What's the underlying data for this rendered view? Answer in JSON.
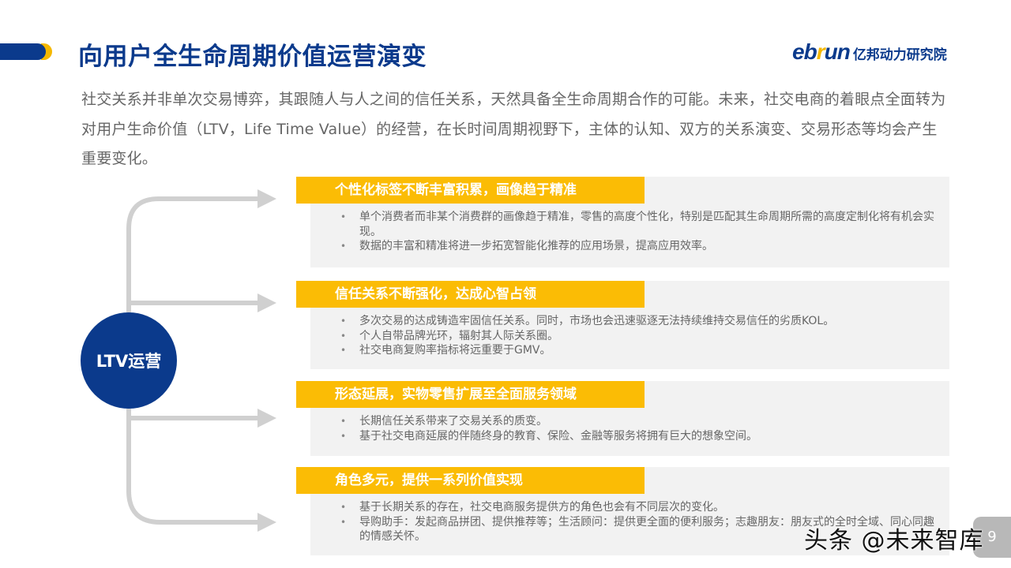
{
  "header": {
    "title": "向用户全生命周期价值运营演变",
    "logo_en_prefix": "eb",
    "logo_en_accent": "r",
    "logo_en_suffix": "un",
    "logo_cn": "亿邦动力研究院"
  },
  "intro": "社交关系并非单次交易博弈，其跟随人与人之间的信任关系，天然具备全生命周期合作的可能。未来，社交电商的着眼点全面转为对用户生命价值（LTV，Life Time Value）的经营，在长时间周期视野下，主体的认知、双方的关系演变、交易形态等均会产生重要变化。",
  "hub": {
    "label": "LTV运营"
  },
  "colors": {
    "brand_blue": "#0b3a8c",
    "accent_yellow": "#fbbc05",
    "card_bg": "#f2f2f2",
    "connector_gray": "#d0d0d0",
    "body_text": "#666666"
  },
  "cards": [
    {
      "title": "个性化标签不断丰富积累，画像趋于精准",
      "bullets": [
        "单个消费者而非某个消费群的画像趋于精准，零售的高度个性化，特别是匹配其生命周期所需的高度定制化将有机会实现。",
        "数据的丰富和精准将进一步拓宽智能化推荐的应用场景，提高应用效率。"
      ]
    },
    {
      "title": "信任关系不断强化，达成心智占领",
      "bullets": [
        "多次交易的达成铸造牢固信任关系。同时，市场也会迅速驱逐无法持续维持交易信任的劣质KOL。",
        "个人自带品牌光环，辐射其人际关系圈。",
        "社交电商复购率指标将远重要于GMV。"
      ]
    },
    {
      "title": "形态延展，实物零售扩展至全面服务领域",
      "bullets": [
        "长期信任关系带来了交易关系的质变。",
        "基于社交电商延展的伴随终身的教育、保险、金融等服务将拥有巨大的想象空间。"
      ]
    },
    {
      "title": "角色多元，提供一系列价值实现",
      "bullets": [
        "基于长期关系的存在，社交电商服务提供方的角色也会有不同层次的变化。",
        "导购助手：发起商品拼团、提供推荐等；生活顾问：提供更全面的便利服务；志趣朋友：朋友式的全时全域、同心同趣的情感关怀。"
      ]
    }
  ],
  "footer": {
    "watermark": "头条 @未来智库",
    "page_number": "9"
  }
}
